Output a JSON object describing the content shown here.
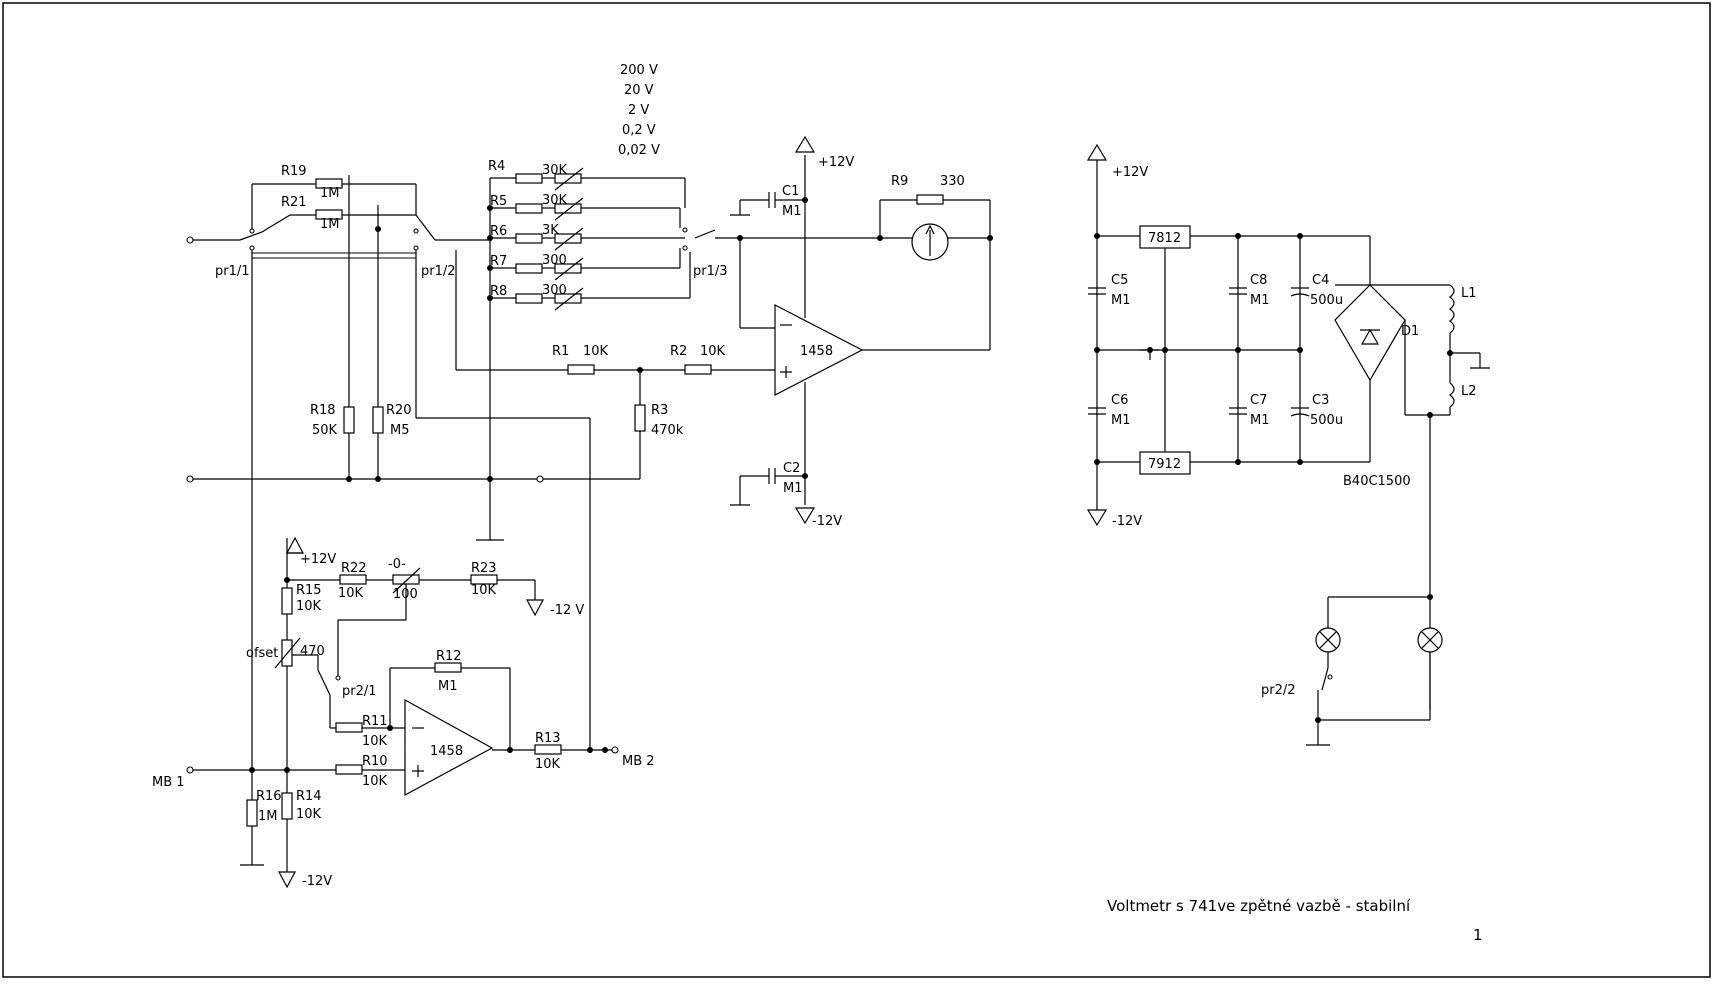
{
  "title": "Voltmetr s 741ve zpětné vazbě - stabilní",
  "page_number": "1",
  "ranges": [
    "200 V",
    "20 V",
    "2 V",
    "0,2 V",
    "0,02 V"
  ],
  "labels": {
    "R19": "R19",
    "R19v": "1M",
    "R21": "R21",
    "R21v": "1M",
    "pr11": "pr1/1",
    "pr12": "pr1/2",
    "pr13": "pr1/3",
    "R4": "R4",
    "R4v": "30K",
    "R5": "R5",
    "R5v": "30K",
    "R6": "R6",
    "R6v": "3K",
    "R7": "R7",
    "R7v": "300",
    "R8": "R8",
    "R8v": "300",
    "C1": "C1",
    "C1v": "M1",
    "C2": "C2",
    "C2v": "M1",
    "p12a": "+12V",
    "m12a": "-12V",
    "R9": "R9",
    "R9v": "330",
    "U1": "1458",
    "R1": "R1",
    "R1v": "10K",
    "R2": "R2",
    "R2v": "10K",
    "R3": "R3",
    "R3v": "470k",
    "R18": "R18",
    "R18v": "50K",
    "R20": "R20",
    "R20v": "M5",
    "p12b": "+12V",
    "R22": "R22",
    "R22v": "10K",
    "P100v": "100",
    "zero": "-0-",
    "R23": "R23",
    "R23v": "10K",
    "m12b": "-12 V",
    "R15": "R15",
    "R15v": "10K",
    "ofset": "ofset",
    "P470v": "470",
    "pr21": "pr2/1",
    "R12": "R12",
    "R12v": "M1",
    "U2": "1458",
    "R11": "R11",
    "R11v": "10K",
    "R10": "R10",
    "R10v": "10K",
    "R13": "R13",
    "R13v": "10K",
    "MB1": "MB 1",
    "MB2": "MB 2",
    "R16": "R16",
    "R16v": "1M",
    "R14": "R14",
    "R14v": "10K",
    "m12c": "-12V",
    "p12c": "+12V",
    "m12d": "-12V",
    "REG1": "7812",
    "REG2": "7912",
    "C5": "C5",
    "C5v": "M1",
    "C6": "C6",
    "C6v": "M1",
    "C8": "C8",
    "C8v": "M1",
    "C7": "C7",
    "C7v": "M1",
    "C4": "C4",
    "C4v": "500u",
    "C3": "C3",
    "C3v": "500u",
    "D1": "D1",
    "D1v": "B40C1500",
    "L1": "L1",
    "L2": "L2",
    "pr22": "pr2/2"
  }
}
